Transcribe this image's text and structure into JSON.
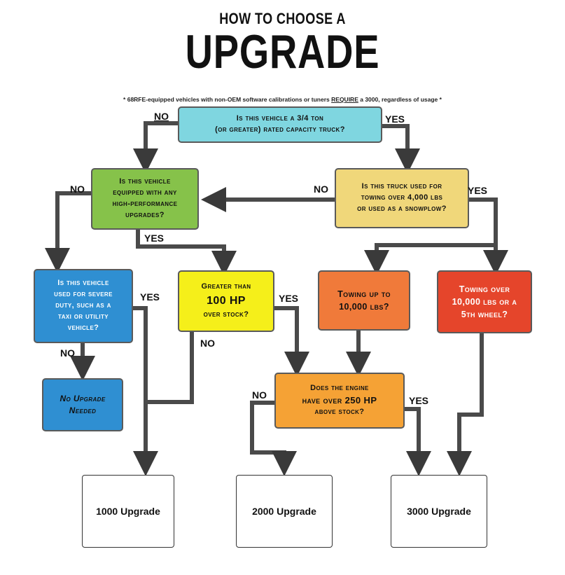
{
  "title_small": "HOW TO CHOOSE A",
  "title_big": "UPGRADE",
  "note": {
    "before": "* 68RFE-equipped vehicles with non-OEM software calibrations or tuners ",
    "emphasis": "REQUIRE",
    "after": " a 3000, regardless of usage *"
  },
  "colors": {
    "cyan": "#7fd6e0",
    "green": "#86c24a",
    "yellow_light": "#f0d77a",
    "yellow": "#f5ef1a",
    "blue": "#2f8fd2",
    "orange_light": "#f07a3a",
    "orange_red": "#e5452b",
    "orange": "#f5a235",
    "line": "#4a4a4a"
  },
  "nodes": {
    "q_capacity": {
      "line1": "Is this vehicle a 3/4 ton",
      "line2": "(or greater) rated capacity truck?"
    },
    "q_performance": {
      "line1": "Is this vehicle",
      "line2": "equipped with any",
      "line3": "high-performance",
      "line4": "upgrades?"
    },
    "q_towing": {
      "line1": "Is this truck used for",
      "line2": "towing over 4,000 lbs",
      "line3": "or used as a snowplow?"
    },
    "q_severe": {
      "line1": "Is this vehicle",
      "line2": "used for severe",
      "line3": "duty, such as a",
      "line4": "taxi or utility",
      "line5": "vehicle?"
    },
    "q_100hp": {
      "line1": "Greater than",
      "line2": "100 HP",
      "line3": "over stock?"
    },
    "q_tow10k": {
      "line1": "Towing up to",
      "line2": "10,000 lbs?"
    },
    "q_tow_over": {
      "line1": "Towing over",
      "line2": "10,000 lbs or a",
      "line3": "5th wheel?"
    },
    "no_upgrade": {
      "line1": "No Upgrade",
      "line2": "Needed"
    },
    "q_250hp": {
      "line1": "Does the engine",
      "line2": "have over 250 HP",
      "line3": "above stock?"
    },
    "out_1000": "1000 Upgrade",
    "out_2000": "2000 Upgrade",
    "out_3000": "3000 Upgrade"
  },
  "labels": {
    "no": "NO",
    "yes": "YES"
  }
}
